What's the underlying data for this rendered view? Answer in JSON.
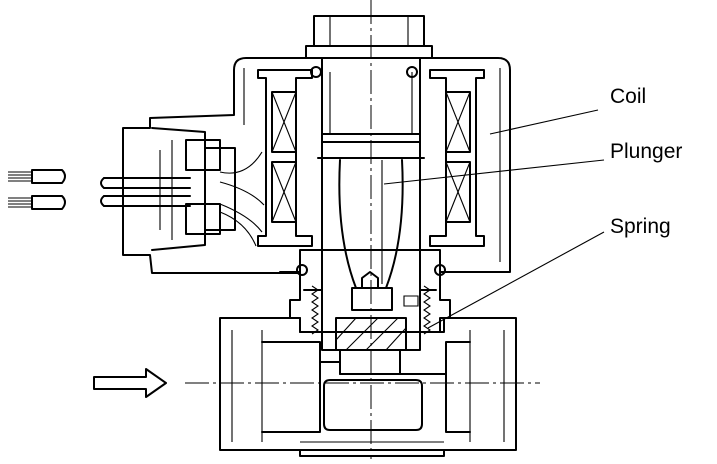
{
  "labels": {
    "coil": "Coil",
    "plunger": "Plunger",
    "spring": "Spring"
  },
  "colors": {
    "line": "#000000",
    "background": "#ffffff"
  }
}
